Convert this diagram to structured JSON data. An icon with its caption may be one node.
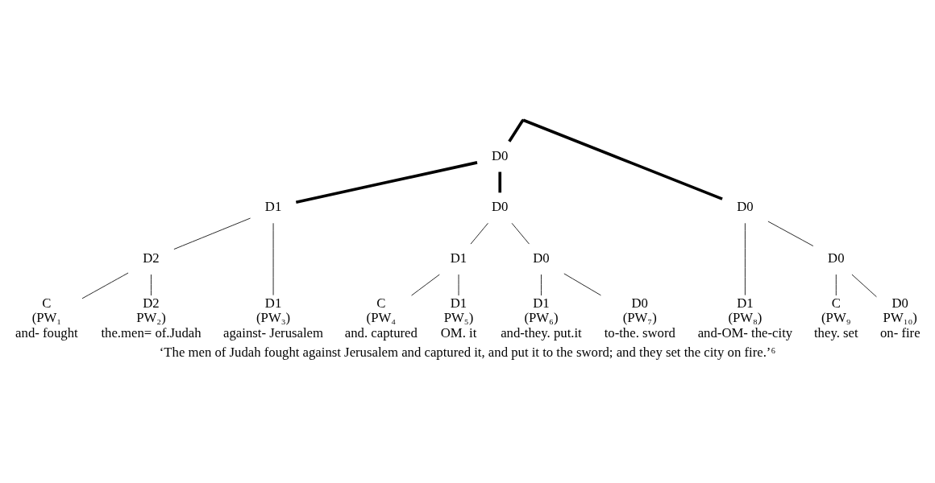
{
  "diagram": {
    "caption": "‘The men of Judah fought against Jerusalem and captured it, and put it to the sword; and they set the city on fire.’⁶",
    "nodes": [
      {
        "text": [],
        "shape": "point"
      },
      {
        "text": [
          "D0"
        ]
      },
      {
        "text": [
          "D0"
        ]
      },
      {
        "text": [
          "D1"
        ]
      },
      {
        "text": [
          "D0"
        ]
      },
      {
        "text": [
          "D2"
        ]
      },
      {
        "text": [
          "D1"
        ]
      },
      {
        "text": [
          "D0"
        ]
      },
      {
        "text": [
          "D0"
        ]
      },
      {
        "text": [
          "C",
          "(PW₁",
          "and- fought"
        ]
      },
      {
        "text": [
          "D2",
          "PW₂)",
          "the.men= of.Judah"
        ]
      },
      {
        "text": [
          "D1",
          "(PW₃)",
          "against- Jerusalem"
        ]
      },
      {
        "text": [
          "C",
          "(PW₄",
          "and. captured"
        ]
      },
      {
        "text": [
          "D1",
          "PW₅)",
          "OM. it"
        ]
      },
      {
        "text": [
          "D1",
          "(PW₆)",
          "and-they. put.it"
        ]
      },
      {
        "text": [
          "D0",
          "(PW₇)",
          "to-the. sword"
        ]
      },
      {
        "text": [
          "D1",
          "(PW₈)",
          "and-OM- the-city"
        ]
      },
      {
        "text": [
          "C",
          "(PW₉",
          "they. set"
        ]
      },
      {
        "text": [
          "D0",
          "PW₁₀)",
          "on- fire"
        ]
      }
    ],
    "edges": [
      {
        "from": 0,
        "to": 1,
        "arrow": "none",
        "style": "thick"
      },
      {
        "from": 0,
        "to": 2,
        "arrow": "none",
        "style": "thick"
      },
      {
        "from": 1,
        "to": 3,
        "arrow": "none",
        "style": "thick"
      },
      {
        "from": 1,
        "to": 4,
        "arrow": "none",
        "style": "thick"
      },
      {
        "from": 3,
        "to": 5,
        "arrow": "none"
      },
      {
        "from": 3,
        "to": 11,
        "arrow": "none"
      },
      {
        "from": 5,
        "to": 9,
        "arrow": "none"
      },
      {
        "from": 5,
        "to": 10,
        "arrow": "none"
      },
      {
        "from": 4,
        "to": 6,
        "arrow": "none"
      },
      {
        "from": 4,
        "to": 7,
        "arrow": "none"
      },
      {
        "from": 6,
        "to": 12,
        "arrow": "none"
      },
      {
        "from": 6,
        "to": 13,
        "arrow": "none"
      },
      {
        "from": 7,
        "to": 14,
        "arrow": "none"
      },
      {
        "from": 7,
        "to": 15,
        "arrow": "none"
      },
      {
        "from": 2,
        "to": 16,
        "arrow": "none"
      },
      {
        "from": 2,
        "to": 8,
        "arrow": "none"
      },
      {
        "from": 8,
        "to": 17,
        "arrow": "none"
      },
      {
        "from": 8,
        "to": 18,
        "arrow": "none"
      }
    ]
  }
}
